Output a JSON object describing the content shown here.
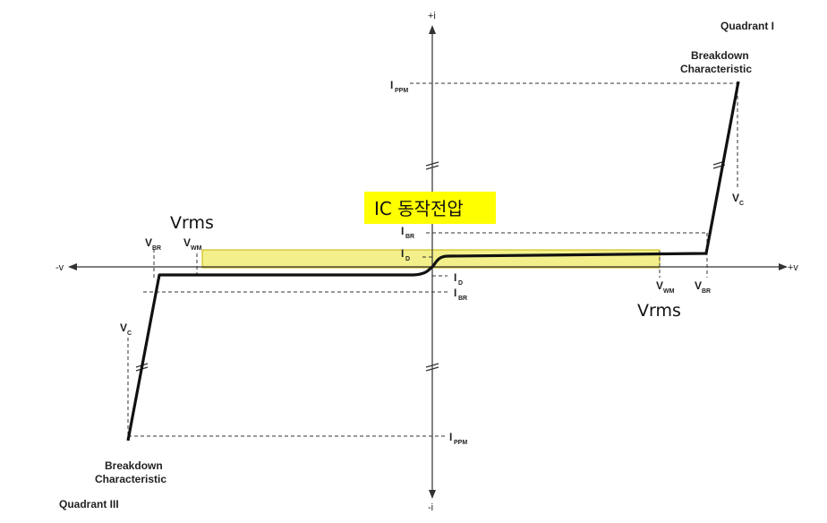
{
  "axes": {
    "pos_i": "+i",
    "neg_i": "-i",
    "neg_v": "-v",
    "pos_v": "+v"
  },
  "quadrants": {
    "q1": "Quadrant I",
    "q3": "Quadrant III"
  },
  "breakdown_upper": {
    "line1": "Breakdown",
    "line2": "Characteristic"
  },
  "breakdown_lower": {
    "line1": "Breakdown",
    "line2": "Characteristic"
  },
  "labels": {
    "ippm_top": {
      "main": "I",
      "sub": "PPM"
    },
    "ippm_bottom": {
      "main": "I",
      "sub": "PPM"
    },
    "vc_right": {
      "main": "V",
      "sub": "C"
    },
    "vc_left": {
      "main": "V",
      "sub": "C"
    },
    "ibr_top": {
      "main": "I",
      "sub": "BR"
    },
    "id_top": {
      "main": "I",
      "sub": "D"
    },
    "id_bottom": {
      "main": "I",
      "sub": "D"
    },
    "ibr_bottom": {
      "main": "I",
      "sub": "BR"
    },
    "vbr_left": {
      "main": "V",
      "sub": "BR"
    },
    "vwm_left": {
      "main": "V",
      "sub": "WM"
    },
    "vwm_right": {
      "main": "V",
      "sub": "WM"
    },
    "vbr_right": {
      "main": "V",
      "sub": "BR"
    }
  },
  "annotations": {
    "ic_label": "IC 동작전압",
    "vrms_left": "Vrms",
    "vrms_right": "Vrms"
  },
  "colors": {
    "highlight": "#f3f08c",
    "highlight_border": "#c8b400",
    "label_box": "#ffff00",
    "curve": "#111111",
    "axis": "#333333"
  }
}
